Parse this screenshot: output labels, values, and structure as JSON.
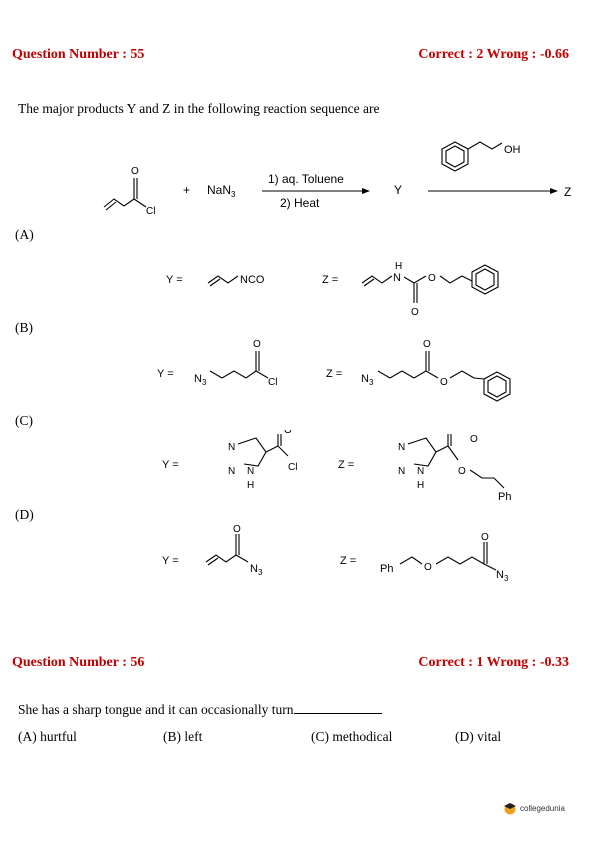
{
  "q55": {
    "number": "Question Number : 55",
    "score": "Correct : 2  Wrong : -0.66",
    "text": "The major products Y and Z in the following reaction sequence are",
    "reaction": {
      "reagent": "NaN",
      "reagent_sub": "3",
      "plus": "+",
      "cond1": "1) aq. Toluene",
      "cond2": "2) Heat",
      "y": "Y",
      "z": "Z",
      "oh": "OH",
      "cl": "Cl",
      "o": "O"
    },
    "options": [
      {
        "label": "(A)",
        "y": "Y =",
        "z": "Z =",
        "nco": "NCO",
        "n": "N",
        "h": "H",
        "o": "O"
      },
      {
        "label": "(B)",
        "y": "Y =",
        "z": "Z =",
        "n3": "N",
        "sub": "3",
        "cl": "Cl",
        "o": "O"
      },
      {
        "label": "(C)",
        "y": "Y =",
        "z": "Z =",
        "n": "N",
        "h": "H",
        "cl": "Cl",
        "ph": "Ph",
        "o": "O"
      },
      {
        "label": "(D)",
        "y": "Y =",
        "z": "Z =",
        "n3": "N",
        "sub": "3",
        "ph": "Ph",
        "o": "O"
      }
    ]
  },
  "q56": {
    "number": "Question Number : 56",
    "score": "Correct : 1  Wrong : -0.33",
    "text": "She has a sharp tongue and it can occasionally turn",
    "options": [
      "(A) hurtful",
      "(B) left",
      "(C) methodical",
      "(D) vital"
    ]
  },
  "brand": {
    "name": "collegedunia"
  }
}
